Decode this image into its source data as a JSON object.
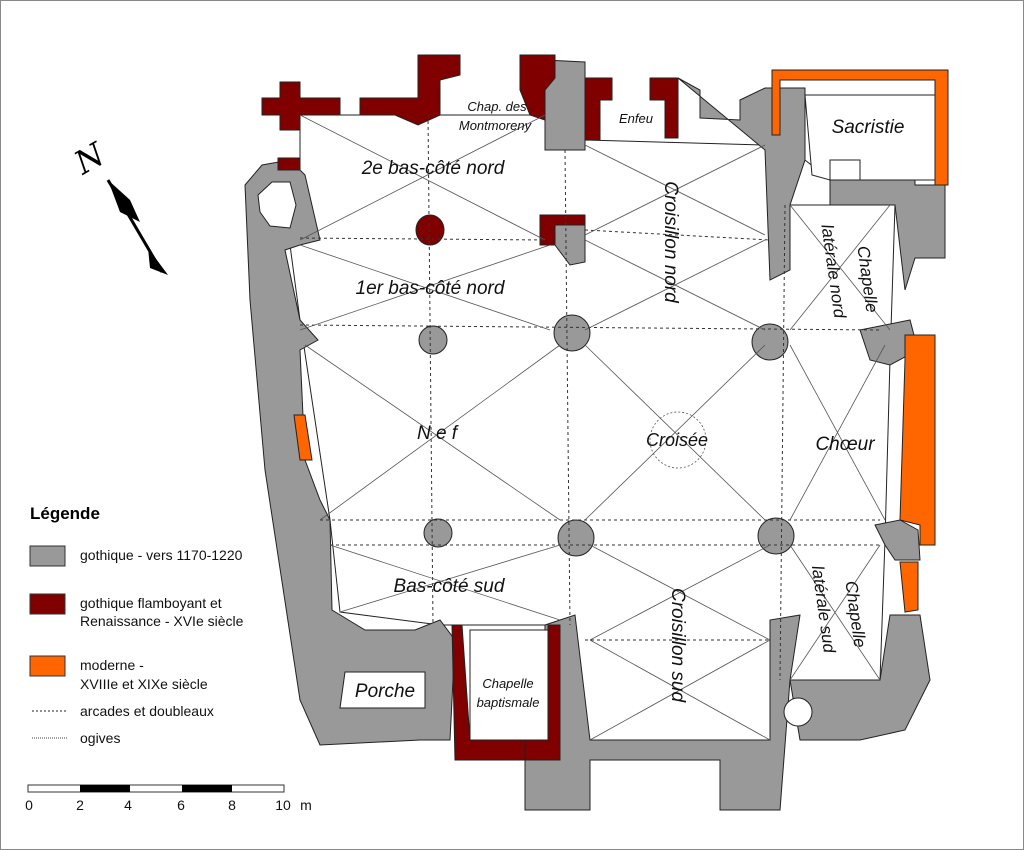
{
  "plan": {
    "labels": {
      "chap_montmoreny_1": "Chap. des",
      "chap_montmoreny_2": "Montmoreny",
      "enfeu": "Enfeu",
      "sacristie": "Sacristie",
      "bas_cote_nord_2": "2e bas-côté nord",
      "bas_cote_nord_1": "1er bas-côté nord",
      "croisillon_nord": "Croisillon nord",
      "chapelle_laterale_nord_1": "Chapelle",
      "chapelle_laterale_nord_2": "latérale nord",
      "nef": "N e f",
      "croisee": "Croisée",
      "choeur": "Chœur",
      "bas_cote_sud": "Bas-côté sud",
      "croisillon_sud": "Croisillon sud",
      "chapelle_laterale_sud_1": "Chapelle",
      "chapelle_laterale_sud_2": "latérale sud",
      "porche": "Porche",
      "chapelle_baptismale_1": "Chapelle",
      "chapelle_baptismale_2": "baptismale"
    },
    "north_label": "N"
  },
  "legend": {
    "title": "Légende",
    "items": [
      {
        "line1": "gothique - vers 1170-1220",
        "line2": "",
        "color": "#999999"
      },
      {
        "line1": "gothique flamboyant et",
        "line2": "Renaissance -  XVIe siècle",
        "color": "#800000"
      },
      {
        "line1": "moderne -",
        "line2": "XVIIIe et XIXe siècle",
        "color": "#ff6600"
      }
    ],
    "lines": [
      {
        "label": "arcades et doubleaux",
        "style": "dashed"
      },
      {
        "label": "ogives",
        "style": "dotted"
      }
    ]
  },
  "scale": {
    "ticks": [
      "0",
      "2",
      "4",
      "6",
      "8",
      "10"
    ],
    "unit": "m"
  }
}
